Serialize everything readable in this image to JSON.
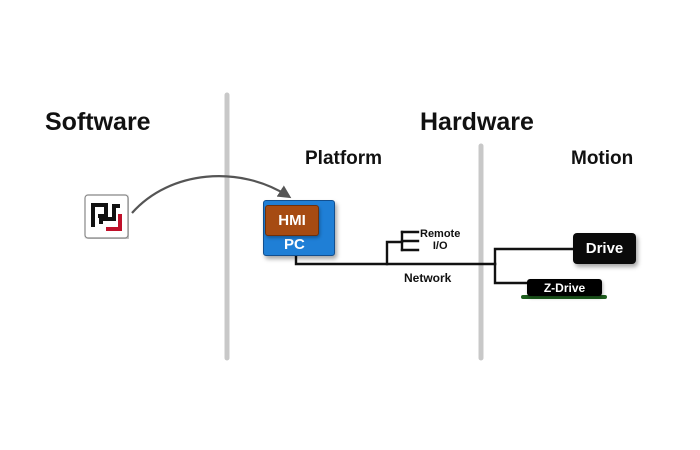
{
  "headings": {
    "software": "Software",
    "hardware": "Hardware",
    "platform": "Platform",
    "motion": "Motion"
  },
  "nodes": {
    "hmi": "HMI",
    "pc": "PC",
    "remote_io_line1": "Remote",
    "remote_io_line2": "I/O",
    "network": "Network",
    "drive": "Drive",
    "z_drive": "Z-Drive"
  },
  "colors": {
    "pc": "#1f7fd6",
    "hmi": "#a64b12",
    "drive": "#0a0a0a",
    "z_drive_base": "#1e5e1e",
    "divider": "#c8c8c8",
    "logo_accent": "#c0102a"
  },
  "icons": {
    "software_logo": "software-logo-icon",
    "arrow": "curved-arrow"
  }
}
